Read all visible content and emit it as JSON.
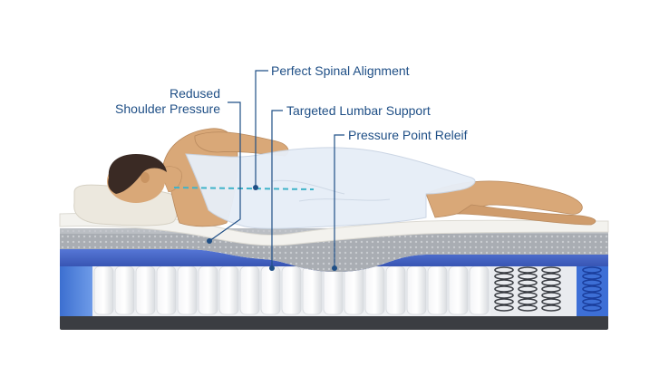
{
  "callouts": {
    "shoulder": {
      "line1": "Redused",
      "line2": "Shoulder Pressure"
    },
    "spinal": {
      "label": "Perfect Spinal Alignment"
    },
    "lumbar": {
      "label": "Targeted Lumbar Support"
    },
    "pressure": {
      "label": "Pressure Point Releif"
    }
  },
  "colors": {
    "callout": "#1f4f86",
    "foam_blue": "#3d5fc4",
    "comfort_gray": "#9ea2a8",
    "quilt_top": "#f3f2ee",
    "spine_line": "#3fb3c9",
    "skin": "#d9a878",
    "hair": "#3a2a24",
    "garment": "#e7eef7",
    "base": "#3b3d42"
  }
}
